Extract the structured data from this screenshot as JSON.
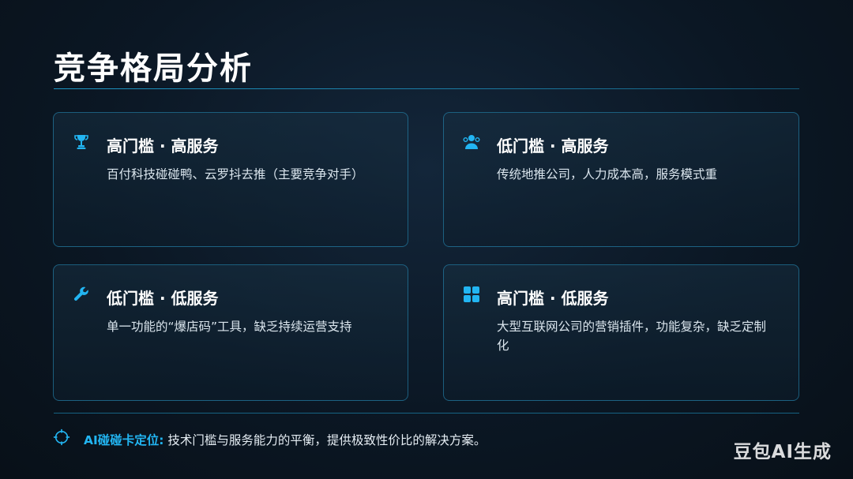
{
  "title": "竞争格局分析",
  "accent_color": "#22b5f2",
  "cards": [
    {
      "icon": "trophy-icon",
      "heading": "高门槛 · 高服务",
      "text": "百付科技碰碰鸭、云罗抖去推（主要竞争对手）"
    },
    {
      "icon": "users-icon",
      "heading": "低门槛 · 高服务",
      "text": "传统地推公司，人力成本高，服务模式重"
    },
    {
      "icon": "wrench-icon",
      "heading": "低门槛 · 低服务",
      "text": "单一功能的“爆店码”工具，缺乏持续运营支持"
    },
    {
      "icon": "grid-apps-icon",
      "heading": "高门槛 · 低服务",
      "text": "大型互联网公司的营销插件，功能复杂，缺乏定制化"
    }
  ],
  "footer": {
    "icon": "crosshair-icon",
    "label": "AI碰碰卡定位:",
    "text": " 技术门槛与服务能力的平衡，提供极致性价比的解决方案。"
  },
  "watermark": "豆包AI生成"
}
